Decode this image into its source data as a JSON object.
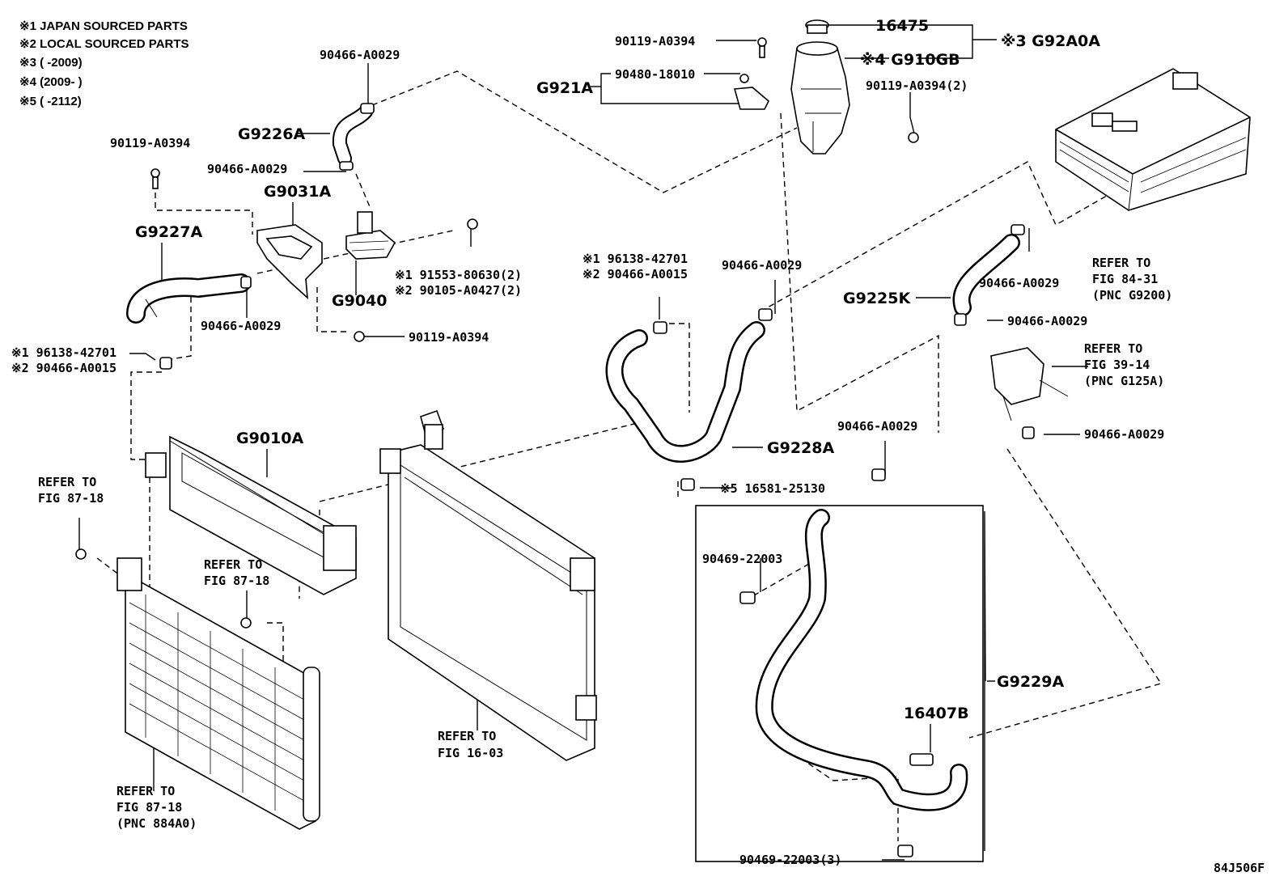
{
  "notes": [
    "※1 JAPAN SOURCED PARTS",
    "※2 LOCAL SOURCED PARTS",
    "※3 (       -2009)",
    "※4 (2009-       )",
    "※5 (       -2112)"
  ],
  "labels": {
    "p_90466_top": "90466-A0029",
    "p_90119_left": "90119-A0394",
    "p_g9226a": "G9226A",
    "p_90466_mid": "90466-A0029",
    "p_g9031a": "G9031A",
    "p_g9227a": "G9227A",
    "p_91553": "※1 91553-80630(2)",
    "p_90105": "※2 90105-A0427(2)",
    "p_g9040": "G9040",
    "p_90466_left": "90466-A0029",
    "p_90119_bolt": "90119-A0394",
    "p_96138_left": "※1 96138-42701",
    "p_90466_a0015_left": "※2 90466-A0015",
    "p_90119_tank": "90119-A0394",
    "p_16475": "16475",
    "p_g92a0a": "※3 G92A0A",
    "p_90480": "90480-18010",
    "p_g921a": "G921A",
    "p_g910gb": "※4 G910GB",
    "p_90119_2": "90119-A0394(2)",
    "p_96138_mid": "※1 96138-42701",
    "p_90466_a0015_mid": "※2 90466-A0015",
    "p_90466_hose": "90466-A0029",
    "p_refer_84_1": "REFER TO",
    "p_refer_84_2": "FIG 84-31",
    "p_refer_84_3": "(PNC G9200)",
    "p_90466_inv": "90466-A0029",
    "p_g9225k": "G9225K",
    "p_90466_inv2": "90466-A0029",
    "p_refer_39_1": "REFER TO",
    "p_refer_39_2": "FIG 39-14",
    "p_refer_39_3": "(PNC G125A)",
    "p_90466_inv3": "90466-A0029",
    "p_g9010a": "G9010A",
    "p_refer_8718a_1": "REFER TO",
    "p_refer_8718a_2": "FIG 87-18",
    "p_refer_8718b_1": "REFER TO",
    "p_refer_8718b_2": "FIG 87-18",
    "p_g9228a": "G9228A",
    "p_16581": "※5 16581-25130",
    "p_90466_box": "90466-A0029",
    "p_90469_1": "90469-22003",
    "p_g9229a": "G9229A",
    "p_16407b": "16407B",
    "p_90469_3": "90469-22003(3)",
    "p_refer_1603_1": "REFER TO",
    "p_refer_1603_2": "FIG 16-03",
    "p_refer_884_1": "REFER TO",
    "p_refer_884_2": "FIG 87-18",
    "p_refer_884_3": "(PNC 884A0)",
    "p_code": "84J506F"
  }
}
